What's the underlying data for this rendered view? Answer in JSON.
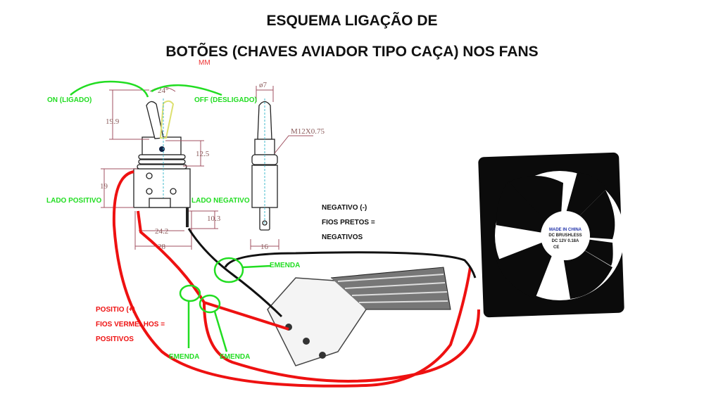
{
  "title": {
    "line1": "ESQUEMA LIGAÇÃO DE",
    "line2": "BOTÕES (CHAVES AVIADOR TIPO CAÇA) NOS FANS",
    "mm": "MM"
  },
  "labels": {
    "on": "ON (LIGADO)",
    "off": "OFF (DESLIGADO)",
    "positive_side": "LADO POSITIVO",
    "negative_side": "LADO NEGATIVO",
    "negative_note": [
      "NEGATIVO (-)",
      "FIOS PRETOS =",
      "NEGATIVOS"
    ],
    "positive_note": [
      "POSITIO (+)",
      "FIOS VERMELHOS =",
      "POSITIVOS"
    ],
    "splice_top": "EMENDA",
    "splice_left": "EMENDA",
    "splice_right": "EMENDA"
  },
  "dimensions": {
    "angle": "24°",
    "lever_height": "19.9",
    "bushing": "12.5",
    "body": "19",
    "terminal": "10.3",
    "inner_width": "24.2",
    "outer_width": "28",
    "diameter": "ø7",
    "thread": "M12X0.75",
    "side_width": "16"
  },
  "fan": {
    "label": [
      "MADE IN CHINA",
      "DC BRUSHLESS",
      "DC 12V 0.18A",
      "CE"
    ]
  },
  "colors": {
    "positive": "#ee1111",
    "negative": "#111111",
    "annotation": "#22dd22"
  }
}
